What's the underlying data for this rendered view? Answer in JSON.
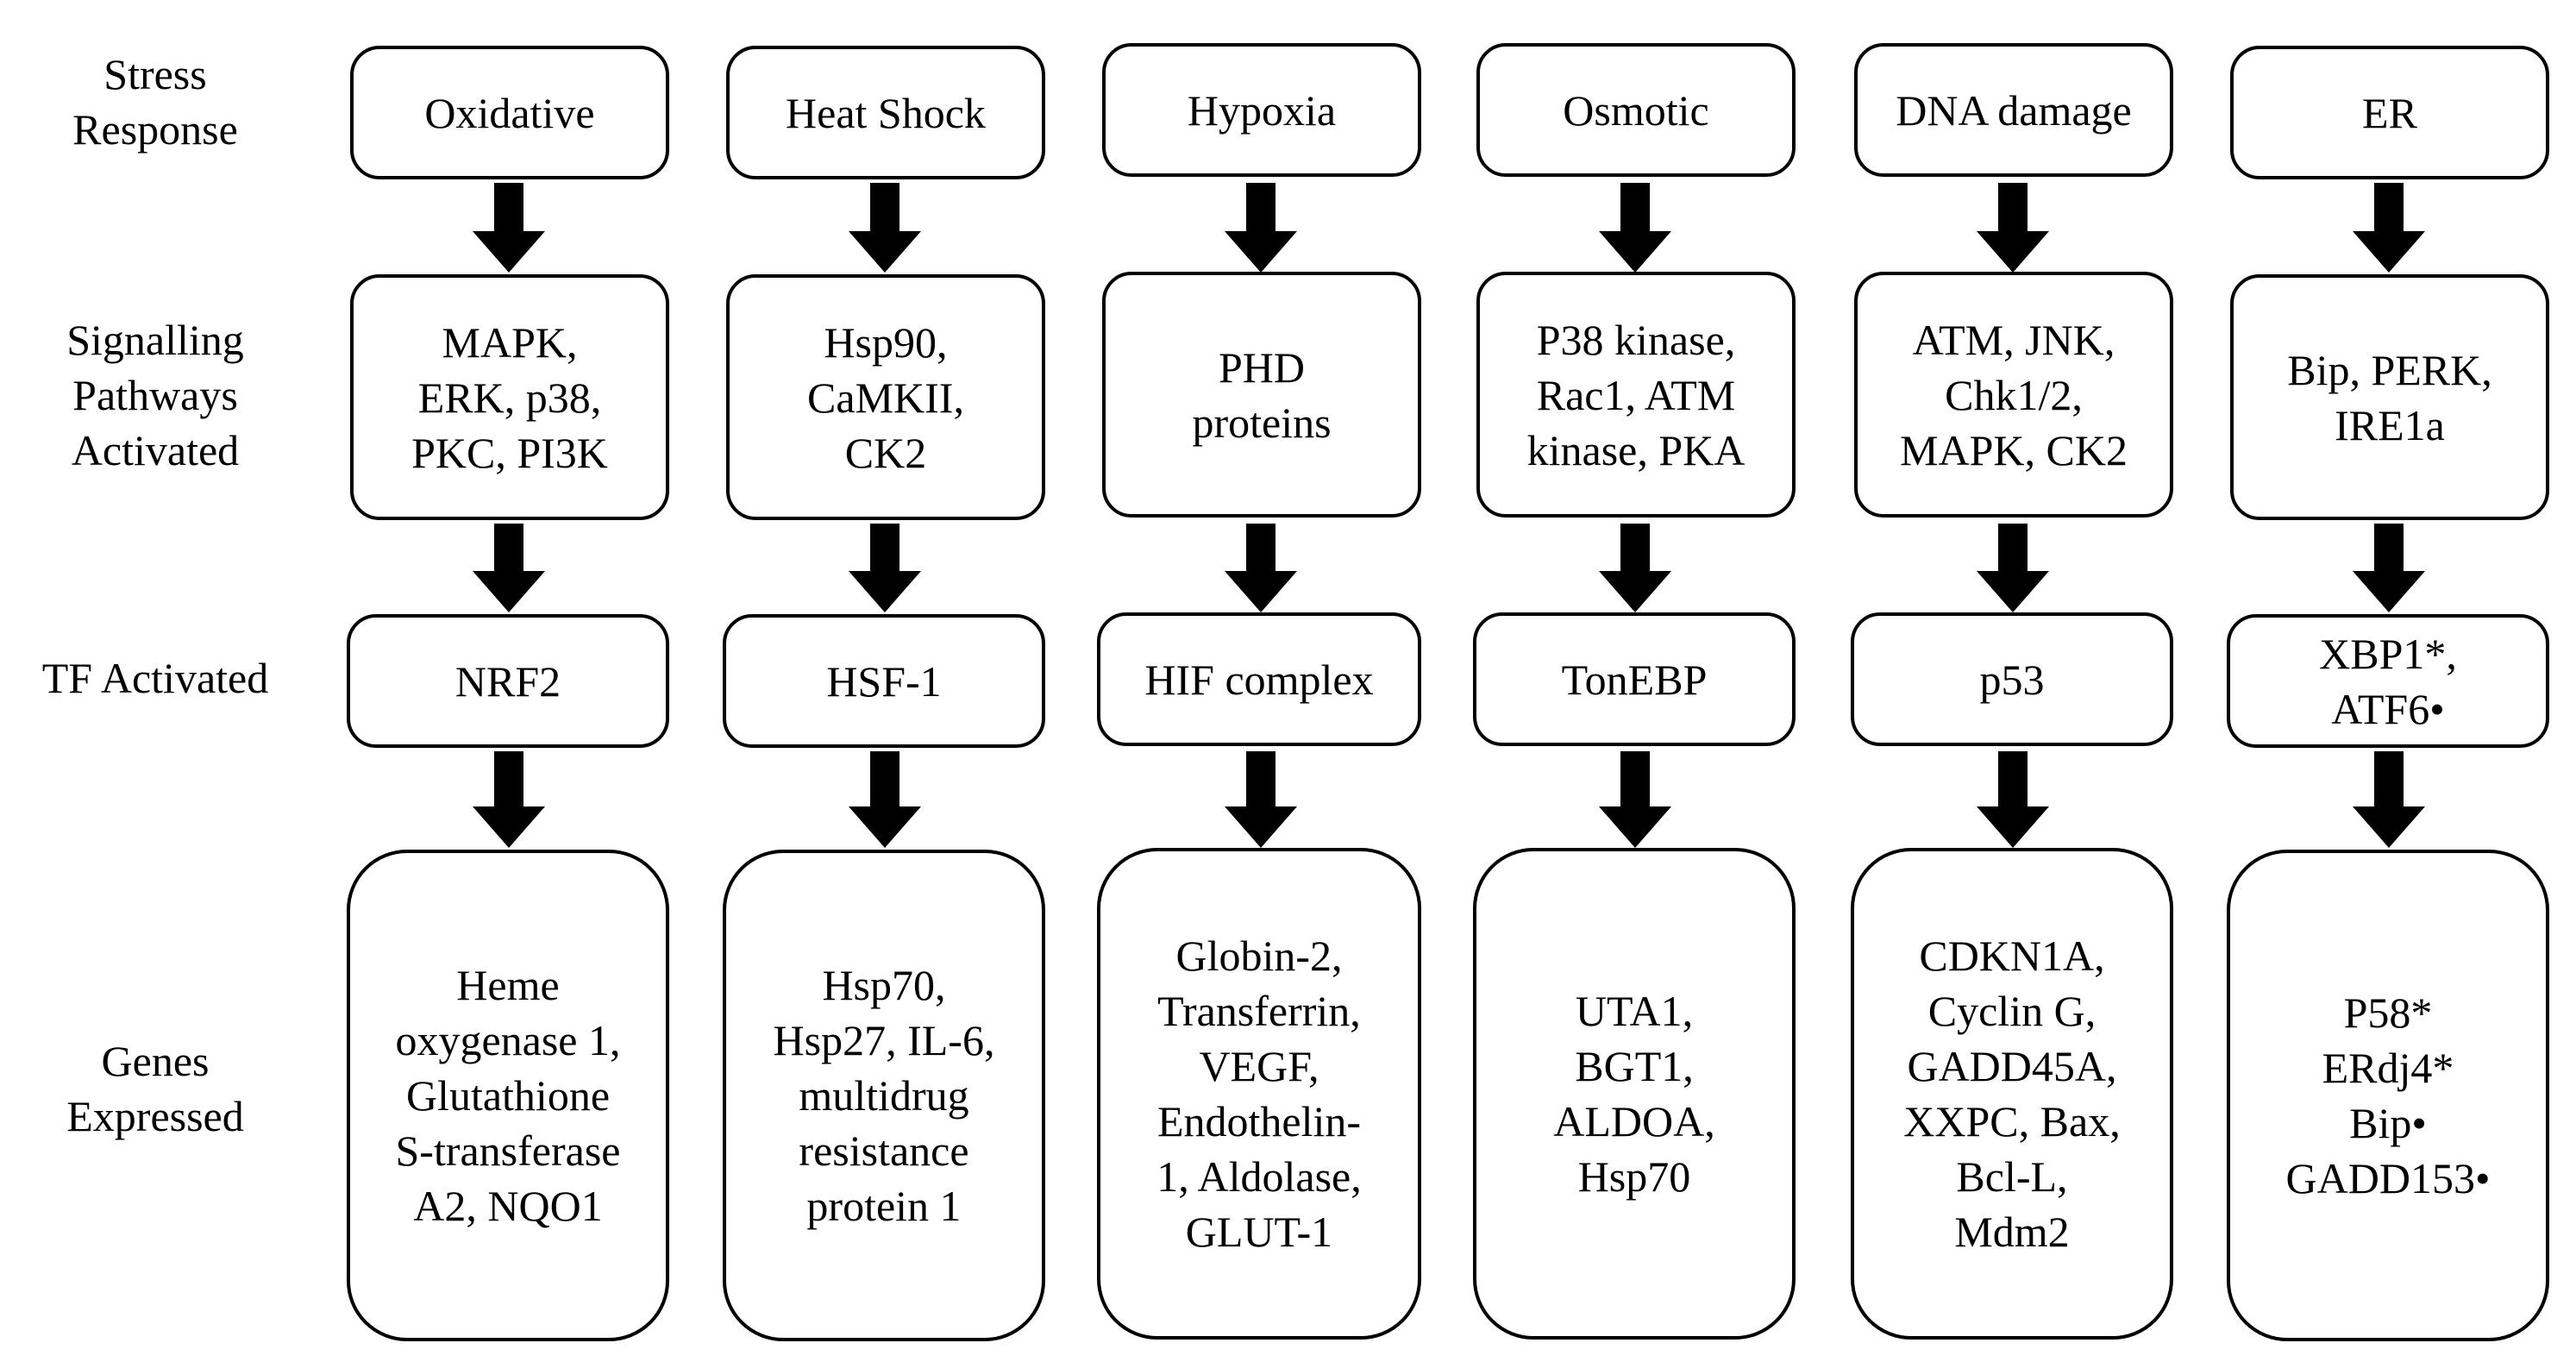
{
  "row_labels": [
    "Stress\nResponse",
    "Signalling\nPathways\nActivated",
    "TF Activated",
    "Genes\nExpressed"
  ],
  "columns": [
    {
      "stress": "Oxidative",
      "pathways": "MAPK,\nERK, p38,\nPKC, PI3K",
      "tf": "NRF2",
      "genes": "Heme\noxygenase 1,\nGlutathione\nS-transferase\nA2, NQO1"
    },
    {
      "stress": "Heat Shock",
      "pathways": "Hsp90,\nCaMKII,\nCK2",
      "tf": "HSF-1",
      "genes": "Hsp70,\nHsp27, IL-6,\nmultidrug\nresistance\nprotein 1"
    },
    {
      "stress": "Hypoxia",
      "pathways": "PHD\nproteins",
      "tf": "HIF complex",
      "genes": "Globin-2,\nTransferrin,\nVEGF,\nEndothelin-\n1, Aldolase,\nGLUT-1"
    },
    {
      "stress": "Osmotic",
      "pathways": "P38 kinase,\nRac1, ATM\nkinase, PKA",
      "tf": "TonEBP",
      "genes": "UTA1,\nBGT1,\nALDOA,\nHsp70"
    },
    {
      "stress": "DNA damage",
      "pathways": "ATM, JNK,\nChk1/2,\nMAPK, CK2",
      "tf": "p53",
      "genes": "CDKN1A,\nCyclin G,\nGADD45A,\nXXPC, Bax,\nBcl-L,\nMdm2"
    },
    {
      "stress": "ER",
      "pathways": "Bip, PERK,\nIRE1a",
      "tf": "XBP1*,\nATF6•",
      "genes": "P58*\nERdj4*\nBip•\nGADD153•"
    }
  ]
}
